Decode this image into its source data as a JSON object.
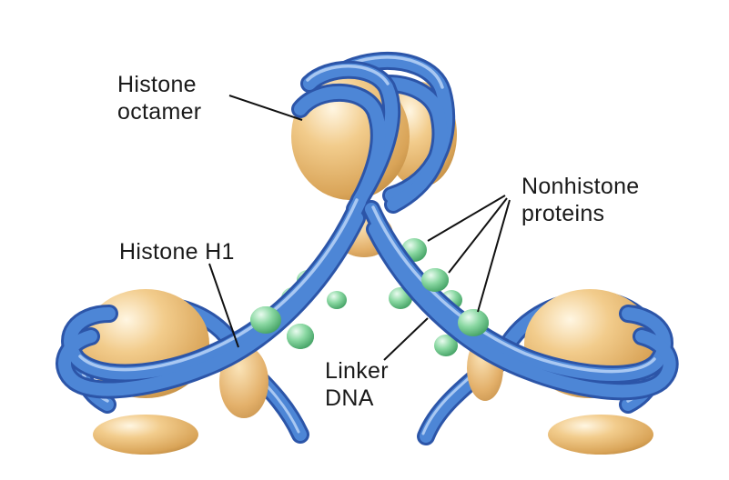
{
  "labels": {
    "histone_octamer": {
      "line1": "Histone",
      "line2": "octamer"
    },
    "nonhistone_proteins": {
      "line1": "Nonhistone",
      "line2": "proteins"
    },
    "histone_h1": {
      "line1": "Histone H1"
    },
    "linker_dna": {
      "line1": "Linker",
      "line2": "DNA"
    }
  },
  "colors": {
    "histone_core": "#e8b56a",
    "histone_highlight": "#fff3dc",
    "histone_shadow": "#b7843a",
    "dna_outer": "#2c55a8",
    "dna_main": "#4d86d6",
    "dna_highlight": "#a9c8f2",
    "nonhistone_protein": "#6fc98a",
    "nonhistone_highlight": "#e4f8ea",
    "nonhistone_shadow": "#2f8a52",
    "leader_line": "#111111"
  }
}
